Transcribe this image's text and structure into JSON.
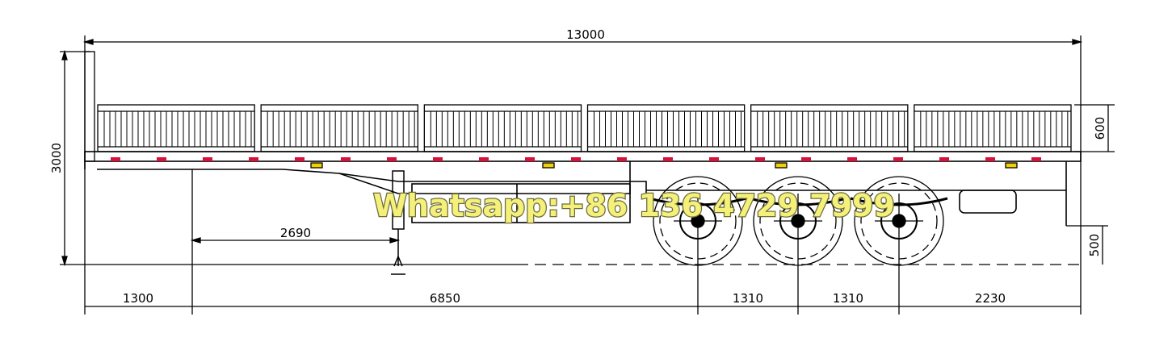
{
  "drawing": {
    "overall_length": "13000",
    "overall_height": "3000",
    "side_panel_height": "600",
    "deck_ground_clearance": "500",
    "kingpin_to_landing_leg": "2690",
    "bottom_dimensions": [
      "1300",
      "6850",
      "1310",
      "1310",
      "2230"
    ],
    "side_panel_count": 6,
    "axle_count": 3
  },
  "watermark": "Whatsapp:+86 136 4729 7999",
  "colors": {
    "line": "#000000",
    "marker_red": "#d8103a",
    "marker_yellow": "#f0d000",
    "watermark": "#f4f07a"
  }
}
